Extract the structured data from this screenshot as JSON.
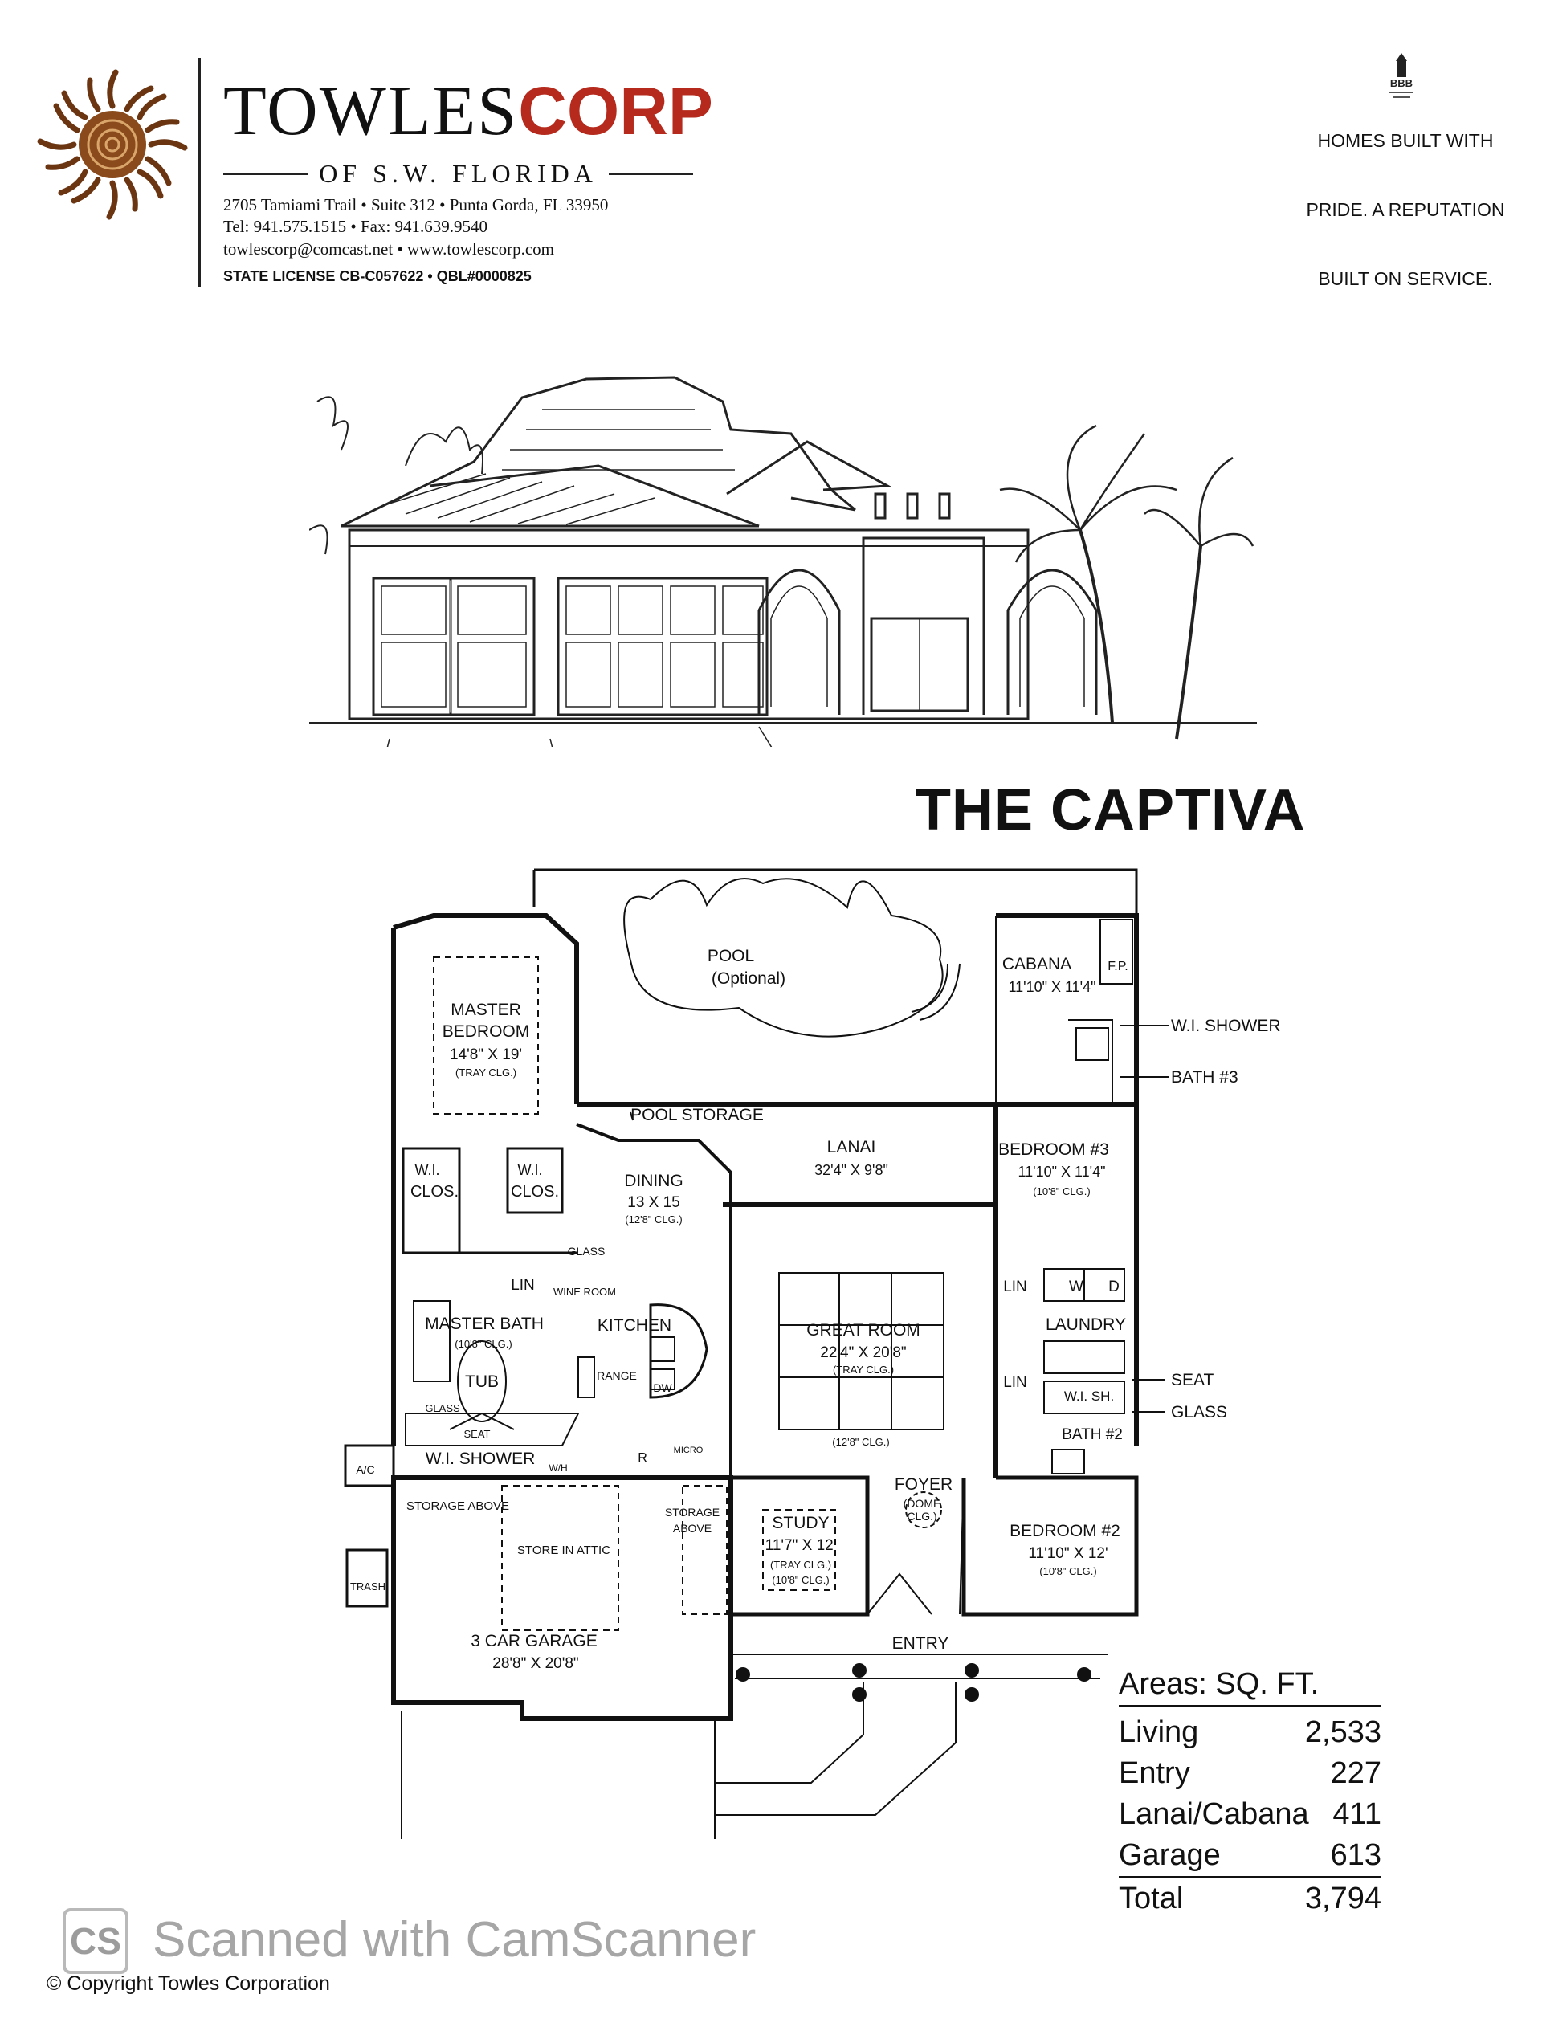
{
  "header": {
    "brand_part1": "TOWLES",
    "brand_part2": "CORP",
    "subtitle": "OF S.W. FLORIDA",
    "address_line1": "2705 Tamiami Trail • Suite 312 • Punta Gorda, FL 33950",
    "address_line2": "Tel: 941.575.1515 • Fax: 941.639.9540",
    "address_line3": "towlescorp@comcast.net • www.towlescorp.com",
    "license": "STATE LICENSE CB-C057622 • QBL#0000825",
    "bbb_label": "BBB",
    "tagline": [
      "HOMES BUILT WITH",
      "PRIDE. A REPUTATION",
      "BUILT ON SERVICE."
    ]
  },
  "plan_title": "THE CAPTIVA",
  "rooms": {
    "pool": "POOL",
    "pool_note": "(Optional)",
    "cabana": "CABANA",
    "cabana_dim": "11'10\" X 11'4\"",
    "fp": "F.P.",
    "wi_shower_callout": "W.I. SHOWER",
    "bath3": "BATH #3",
    "master_bedroom_1": "MASTER",
    "master_bedroom_2": "BEDROOM",
    "master_dim": "14'8\" X 19'",
    "master_clg": "(TRAY CLG.)",
    "pool_storage": "POOL STORAGE",
    "lanai": "LANAI",
    "lanai_dim": "32'4\" X 9'8\"",
    "bedroom3": "BEDROOM #3",
    "bedroom3_dim": "11'10\" X 11'4\"",
    "bedroom3_clg": "(10'8\" CLG.)",
    "wi_clos": "W.I.",
    "clos": "CLOS.",
    "dining": "DINING",
    "dining_dim": "13 X 15",
    "dining_clg": "(12'8\" CLG.)",
    "glass": "GLASS",
    "lin": "LIN",
    "wine_room": "WINE ROOM",
    "w": "W",
    "d": "D",
    "laundry": "LAUNDRY",
    "master_bath": "MASTER BATH",
    "master_bath_clg": "(10'8\" CLG.)",
    "kitchen": "KITCHEN",
    "range": "RANGE",
    "dw": "DW",
    "great_room": "GREAT ROOM",
    "great_room_dim": "22'4\" X 20'8\"",
    "great_room_clg": "(TRAY CLG.)",
    "tub": "TUB",
    "seat_callout": "SEAT",
    "glass_callout": "GLASS",
    "wi_sh": "W.I. SH.",
    "bath2": "BATH #2",
    "seat": "SEAT",
    "wi_shower": "W.I. SHOWER",
    "wh": "W/H",
    "ac": "A/C",
    "r": "R",
    "micro": "MICRO",
    "clg_12": "(12'8\" CLG.)",
    "foyer": "FOYER",
    "foyer_clg_1": "(DOME",
    "foyer_clg_2": "CLG.)",
    "storage_above": "STORAGE ABOVE",
    "store_in_attic": "STORE IN ATTIC",
    "storage_above_2a": "STORAGE",
    "storage_above_2b": "ABOVE",
    "study": "STUDY",
    "study_dim": "11'7\" X 12'",
    "study_clg1": "(TRAY CLG.)",
    "study_clg2": "(10'8\" CLG.)",
    "bedroom2": "BEDROOM #2",
    "bedroom2_dim": "11'10\" X 12'",
    "bedroom2_clg": "(10'8\" CLG.)",
    "trash": "TRASH",
    "garage": "3 CAR GARAGE",
    "garage_dim": "28'8\" X 20'8\"",
    "entry": "ENTRY"
  },
  "areas": {
    "header": "Areas: SQ. FT.",
    "rows": [
      {
        "label": "Living",
        "value": "2,533"
      },
      {
        "label": "Entry",
        "value": "227"
      },
      {
        "label": "Lanai/Cabana",
        "value": "411"
      },
      {
        "label": "Garage",
        "value": "613"
      }
    ],
    "total_label": "Total",
    "total_value": "3,794"
  },
  "footer": {
    "cs_logo": "CS",
    "scanner": "Scanned with CamScanner",
    "copyright": "© Copyright Towles Corporation"
  },
  "colors": {
    "brand_red": "#b52a1c",
    "sun_brown": "#8a4a1c",
    "ink": "#111111",
    "watermark": "#a6a6a6"
  }
}
